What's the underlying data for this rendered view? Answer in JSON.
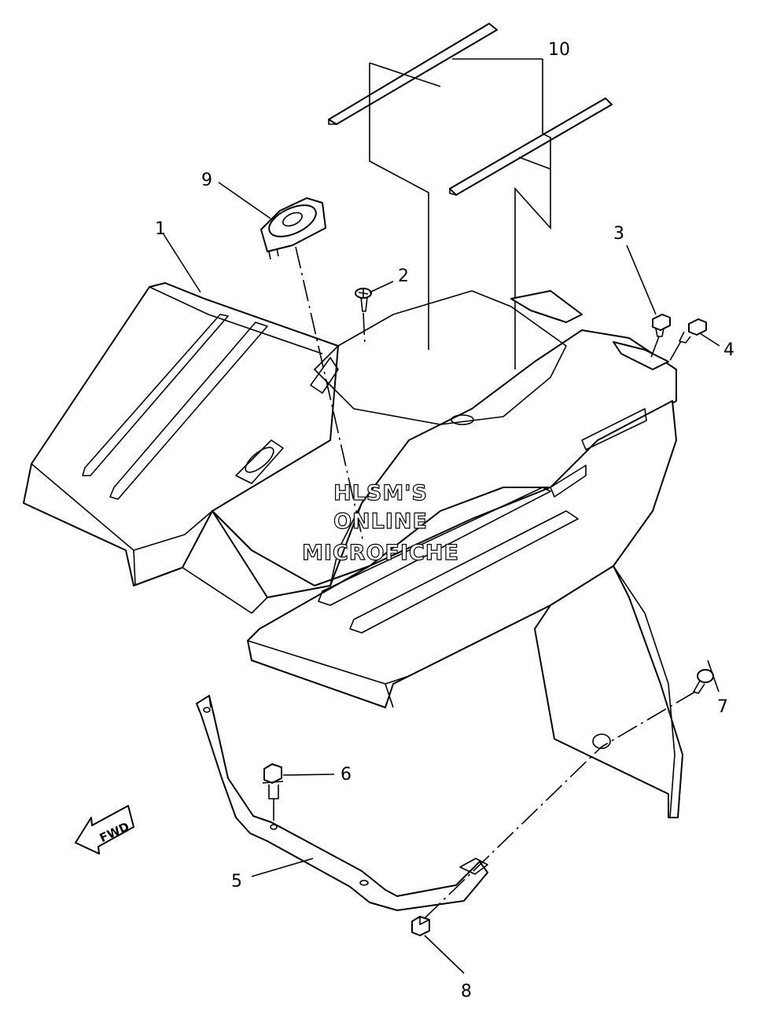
{
  "watermark": {
    "line1": "HLSM'S",
    "line2": "ONLINE",
    "line3": "MICROFICHE"
  },
  "fwd_label": "FWD",
  "callouts": [
    {
      "id": "1",
      "label": "1"
    },
    {
      "id": "2",
      "label": "2"
    },
    {
      "id": "3",
      "label": "3"
    },
    {
      "id": "4",
      "label": "4"
    },
    {
      "id": "5",
      "label": "5"
    },
    {
      "id": "6",
      "label": "6"
    },
    {
      "id": "7",
      "label": "7"
    },
    {
      "id": "8",
      "label": "8"
    },
    {
      "id": "9",
      "label": "9"
    },
    {
      "id": "10",
      "label": "10"
    }
  ]
}
